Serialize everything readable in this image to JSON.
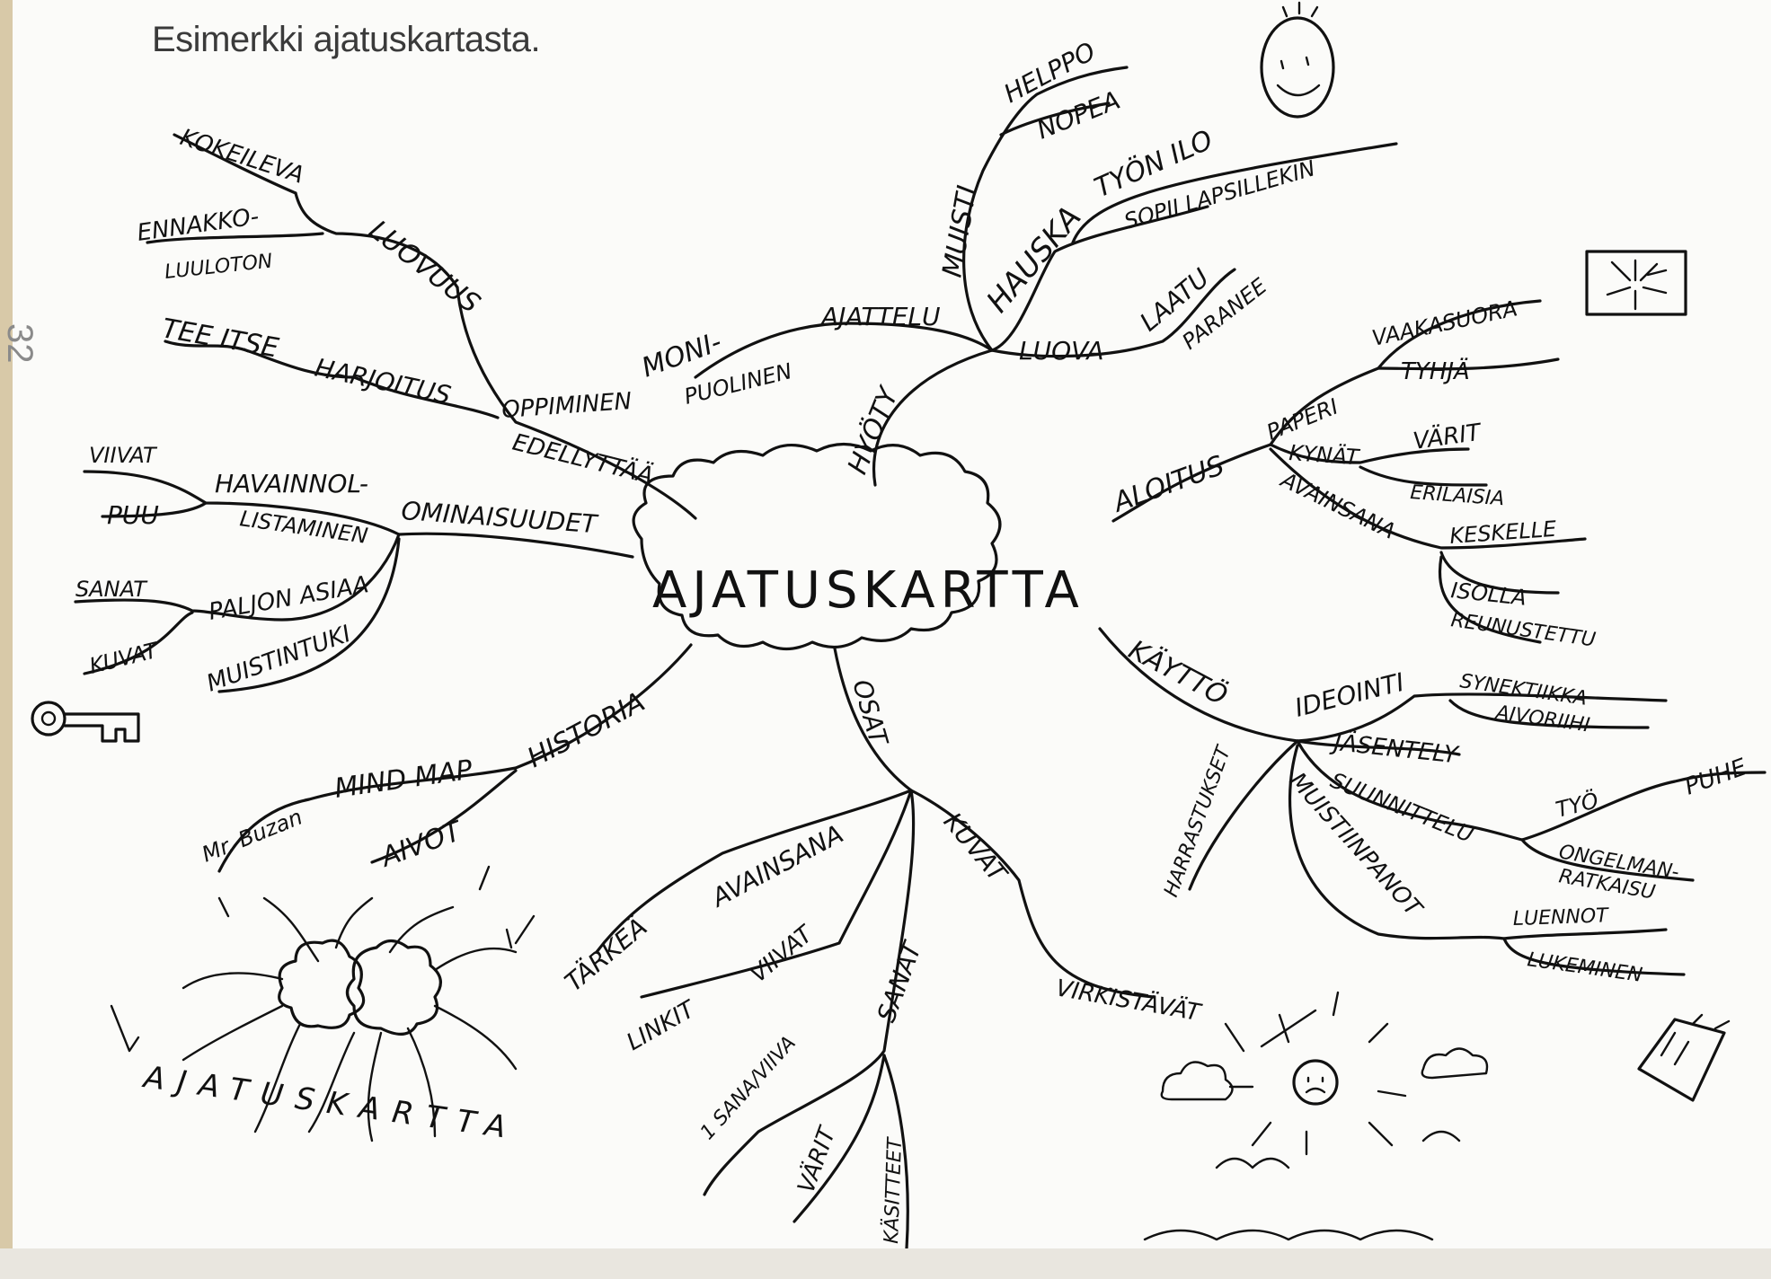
{
  "caption": "Esimerkki ajatuskartasta.",
  "page_number": "32",
  "center": "AJATUSKARTTA",
  "labels": {
    "kokeileva": "KOKEILEVA",
    "ennakko": "ENNAKKO-",
    "luuloton": "LUULOTON",
    "luovuus": "LUOVUUS",
    "tee_itse": "TEE ITSE",
    "harjoitus": "HARJOITUS",
    "oppiminen": "OPPIMINEN",
    "edellyttaa": "EDELLYTTÄÄ",
    "viivat_l": "VIIVAT",
    "havainnol": "HAVAINNOL-",
    "puu": "PUU",
    "listaminen": "LISTAMINEN",
    "ominaisuudet": "OMINAISUUDET",
    "sanat_l": "SANAT",
    "paljon_asiaa": "PALJON ASIAA",
    "kuvat_l": "KUVAT",
    "muistinturi": "MUISTINTUKI",
    "historia": "HISTORIA",
    "mind_map": "MIND MAP",
    "mr_buzan": "Mr. Buzan",
    "aivot": "AIVOT",
    "ajatuskartta_arc": "AJATUSKARTTA",
    "hyoty": "HYÖTY",
    "moni": "MONI-",
    "puolinen": "PUOLINEN",
    "ajattelu": "AJATTELU",
    "muisti": "MUISTI",
    "helppo": "HELPPO",
    "nopea": "NOPEA",
    "hauska": "HAUSKA",
    "tyon_ilo": "TYÖN ILO",
    "sopii": "SOPII LAPSILLEKIN",
    "luova": "LUOVA",
    "laatu": "LAATU",
    "paranee": "PARANEE",
    "aloitus": "ALOITUS",
    "paperi": "PAPERI",
    "vaakasuora": "VAAKASUORA",
    "tyhja": "TYHJÄ",
    "kynat": "KYNÄT",
    "varit_r": "VÄRIT",
    "erilaisia": "ERILAISIA",
    "avainsana_r": "AVAINSANA",
    "keskelle": "KESKELLE",
    "isolla": "ISOLLA",
    "reunustettu": "REUNUSTETTU",
    "kaytto": "KÄYTTÖ",
    "ideointi": "IDEOINTI",
    "synektiikka": "SYNEKTIIKKA",
    "aivoriihi": "AIVORIIHI",
    "harrastukset": "HARRASTUKSET",
    "jasentely": "JÄSENTELY",
    "suunnittelu": "SUUNNITTELU",
    "tyo": "TYÖ",
    "puhe": "PUHE",
    "ongelman": "ONGELMAN-",
    "ratkaisu": "RATKAISU",
    "muistiinpanot": "MUISTIINPANOT",
    "luennot": "LUENNOT",
    "lukeminen": "LUKEMINEN",
    "osat": "OSAT",
    "kuvat_c": "KUVAT",
    "virkistavat": "VIRKISTÄVÄT",
    "tarkea": "TÄRKEÄ",
    "avainsana_c": "AVAINSANA",
    "linkit": "LINKIT",
    "viivat_c": "VIIVAT",
    "sanat_c": "SANAT",
    "yksi_sana": "1 SANA/VIIVA",
    "varit_c": "VÄRIT",
    "kasitteet": "KÄSITTEET"
  }
}
